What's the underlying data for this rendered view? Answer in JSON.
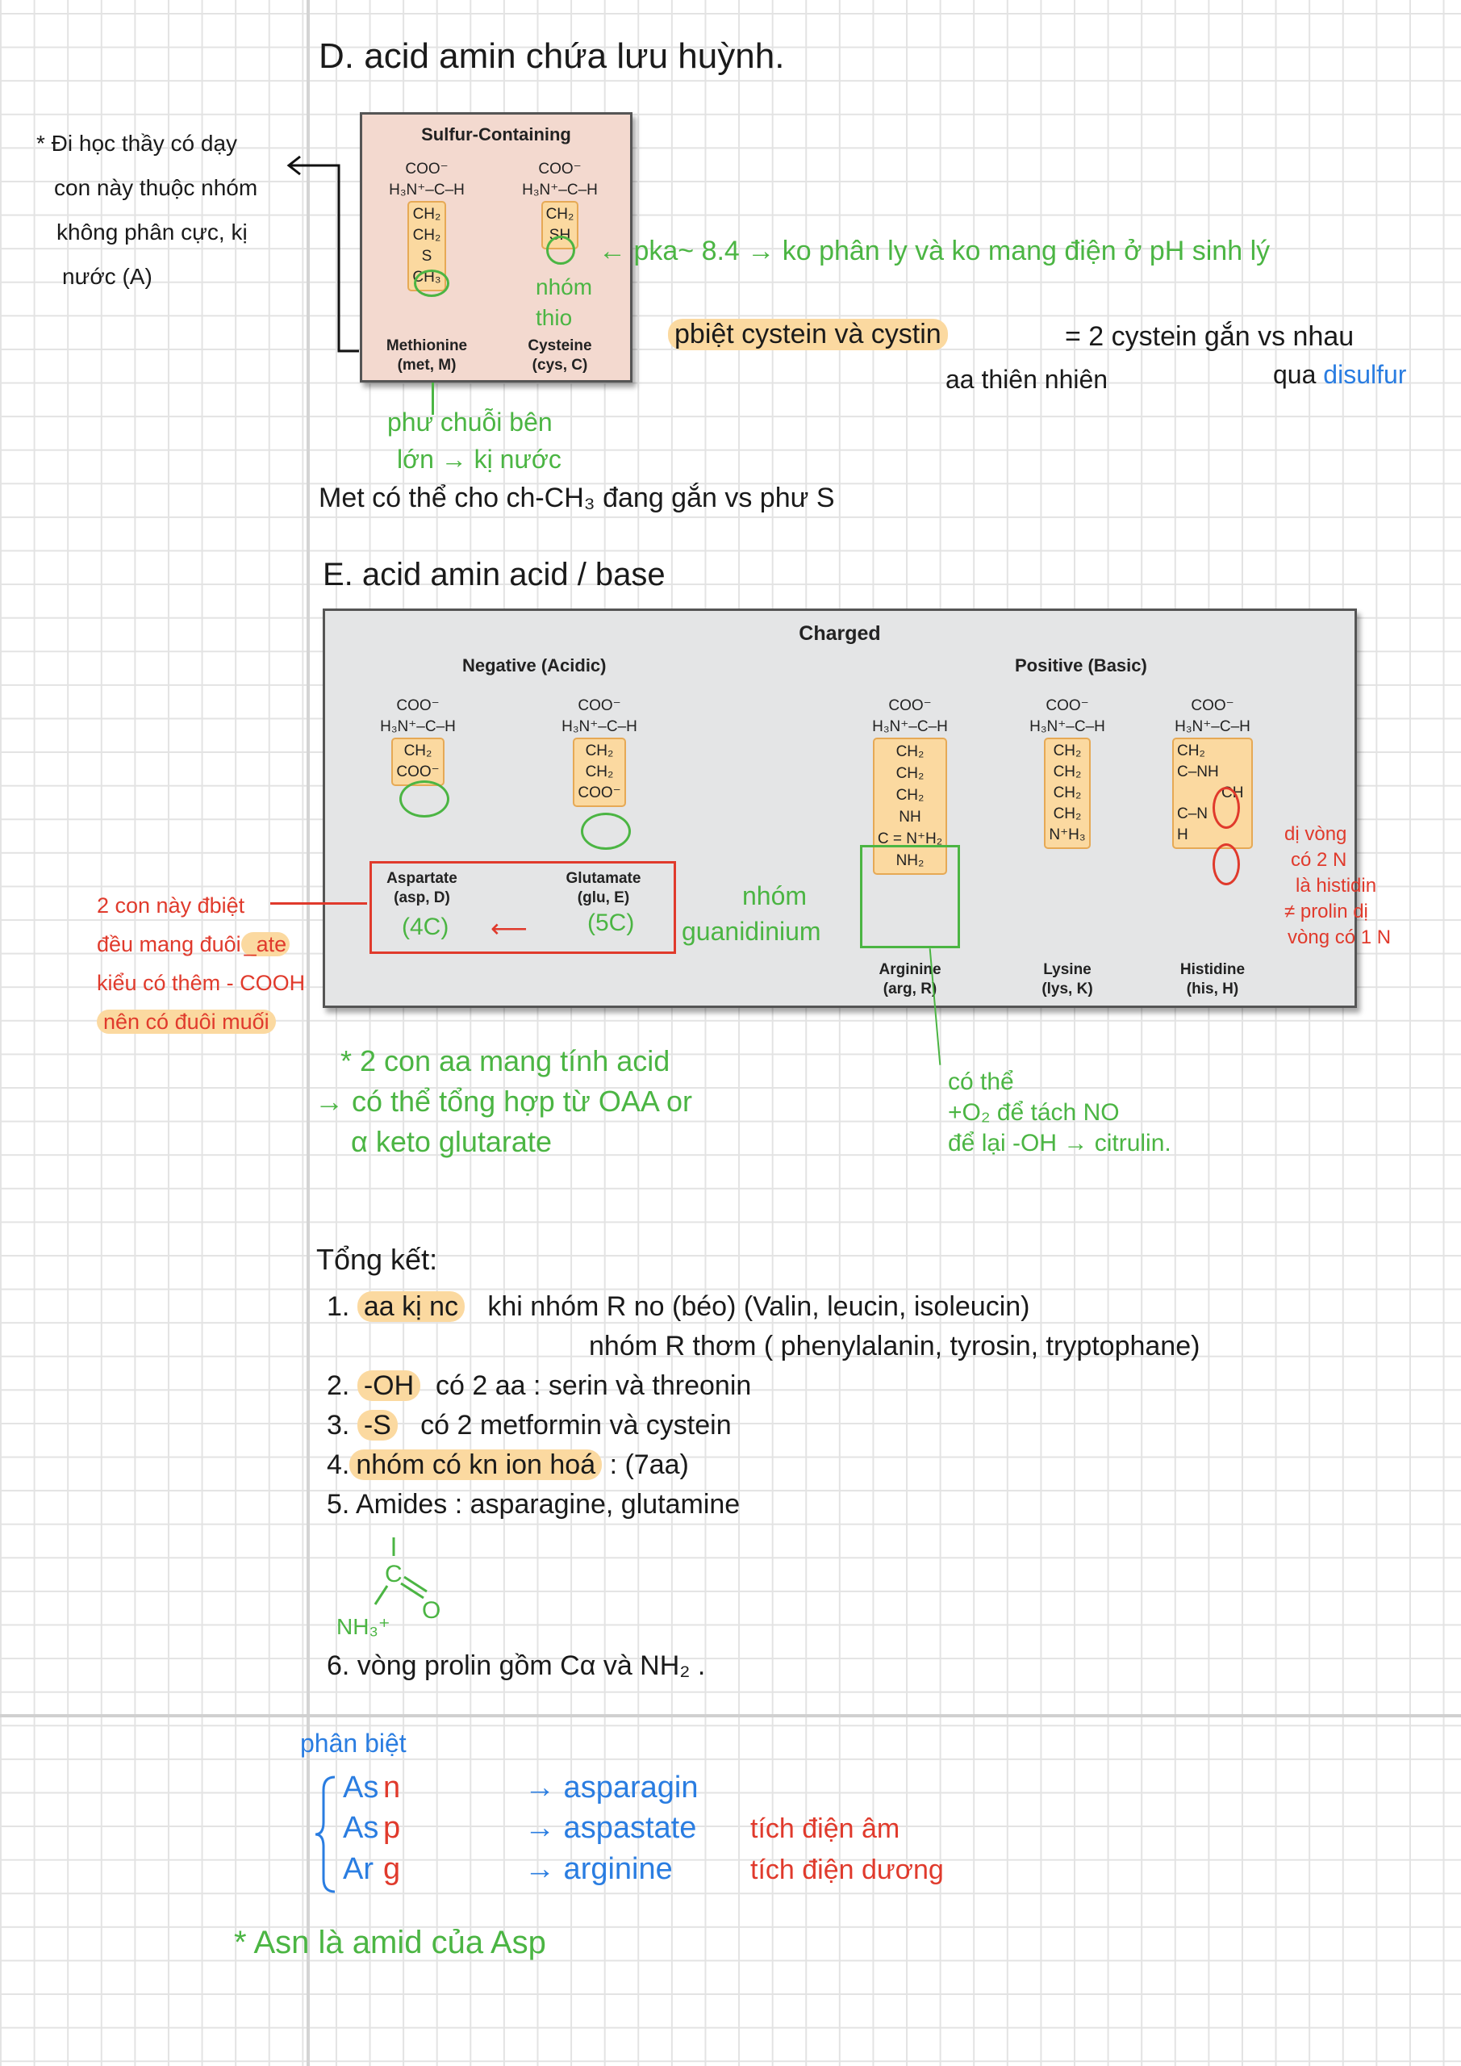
{
  "section_d": {
    "title": "D. acid amin chứa lưu huỳnh.",
    "left_note": [
      "* Đi học thầy có dạy",
      "con này thuộc nhóm",
      "không phân cực, kị",
      "nước (A)"
    ],
    "figure": {
      "title": "Sulfur-Containing",
      "met": {
        "coo": "COO⁻",
        "alpha": "H₃N⁺–C–H",
        "side": [
          "CH₂",
          "CH₂",
          "S",
          "CH₃"
        ],
        "name": "Methionine",
        "abbr": "(met, M)"
      },
      "cys": {
        "coo": "COO⁻",
        "alpha": "H₃N⁺–C–H",
        "side": [
          "CH₂",
          "SH"
        ],
        "name": "Cysteine",
        "abbr": "(cys, C)"
      }
    },
    "thio_note": [
      "nhóm",
      "thio"
    ],
    "pka_note": "← pka~ 8.4 → ko phân ly và ko mang điện ở pH sinh lý",
    "pbiet": "pbiệt  cystein  và  cystin",
    "equals": "= 2 cystein gắn vs nhau",
    "natural": "aa thiên nhiên",
    "qua": "qua",
    "disulfur": "disulfur",
    "side_chain_note": [
      "phư chuỗi bên",
      "lớn → kị nước"
    ],
    "met_note": "Met có thể cho ch-CH₃ đang gắn vs phư S"
  },
  "section_e": {
    "title": "E. acid amin acid / base",
    "figure": {
      "title": "Charged",
      "negative": "Negative (Acidic)",
      "positive": "Positive (Basic)",
      "asp": {
        "coo": "COO⁻",
        "alpha": "H₃N⁺–C–H",
        "side": [
          "CH₂",
          "COO⁻"
        ],
        "name": "Aspartate",
        "abbr": "(asp, D)",
        "carbons": "(4C)"
      },
      "glu": {
        "coo": "COO⁻",
        "alpha": "H₃N⁺–C–H",
        "side": [
          "CH₂",
          "CH₂",
          "COO⁻"
        ],
        "name": "Glutamate",
        "abbr": "(glu, E)",
        "carbons": "(5C)"
      },
      "arg": {
        "coo": "COO⁻",
        "alpha": "H₃N⁺–C–H",
        "side": [
          "CH₂",
          "CH₂",
          "CH₂",
          "NH",
          "C = N⁺H₂",
          "NH₂"
        ],
        "name": "Arginine",
        "abbr": "(arg, R)"
      },
      "lys": {
        "coo": "COO⁻",
        "alpha": "H₃N⁺–C–H",
        "side": [
          "CH₂",
          "CH₂",
          "CH₂",
          "CH₂",
          "N⁺H₃"
        ],
        "name": "Lysine",
        "abbr": "(lys, K)"
      },
      "his": {
        "coo": "COO⁻",
        "alpha": "H₃N⁺–C–H",
        "side": [
          "CH₂",
          "C–NH",
          "CH",
          "C–N",
          "H"
        ],
        "name": "Histidine",
        "abbr": "(his, H)"
      }
    },
    "guanidinium": [
      "nhóm",
      "guanidinium"
    ],
    "his_note": [
      "dị vòng",
      "có 2 N",
      "là histidin",
      "≠ prolin dị",
      "vòng có 1 N"
    ],
    "left_note": [
      "2 con này đbiệt",
      "đều mang đuôi",
      "_ate",
      "kiểu có thêm - COOH",
      "nên có đuôi muối"
    ],
    "acid_note": [
      "* 2 con aa mang tính acid",
      "→ có thể tổng hợp từ OAA or",
      "α keto glutarate"
    ],
    "arg_note": [
      "có thể",
      "+O₂ để tách NO",
      "để lại -OH → citrulin."
    ]
  },
  "summary": {
    "title": "Tổng kết:",
    "items": [
      {
        "num": "1.",
        "hl": "aa kị nc",
        "text": "khi nhóm R no (béo)  (Valin, leucin, isoleucin)"
      },
      {
        "num": "",
        "hl": "",
        "text": "nhóm R thơm   ( phenylalanin, tyrosin, tryptophane)"
      },
      {
        "num": "2.",
        "hl": "-OH",
        "text": "có 2 aa  : serin và threonin"
      },
      {
        "num": "3.",
        "hl": "-S",
        "text": "có 2  metformin  và cystein"
      },
      {
        "num": "4.",
        "hl": "nhóm có kn ion hoá",
        "text": ": (7aa)"
      },
      {
        "num": "5.",
        "hl": "",
        "text": "Amides   :  asparagine, glutamine"
      }
    ],
    "amide": {
      "c": "C",
      "o": "O",
      "n": "NH₃⁺"
    },
    "item6": "6. vòng prolin gồm   Cα và NH₂ ."
  },
  "distinguish": {
    "title": "phân biệt",
    "rows": [
      {
        "pre": "As",
        "end": "n",
        "full": "→ asparagin",
        "charge": ""
      },
      {
        "pre": "As",
        "end": "p",
        "full": "→ aspastate",
        "charge": "tích điện âm"
      },
      {
        "pre": "Ar",
        "end": "g",
        "full": "→ arginine",
        "charge": "tích điện dương"
      }
    ],
    "footnote": "* Asn là amid của Asp"
  }
}
